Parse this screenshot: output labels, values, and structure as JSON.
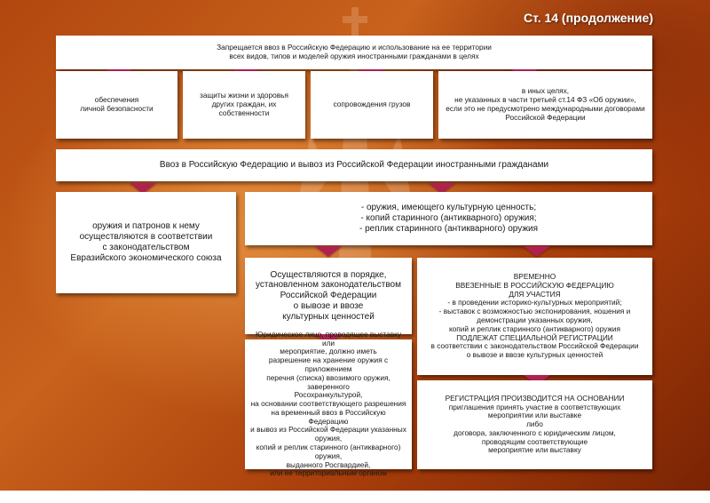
{
  "header": {
    "title": "Ст. 14 (продолжение)"
  },
  "boxes": {
    "top": "Запрещается ввоз в Российскую Федерацию и использование на ее территории\nвсех видов, типов и моделей оружия иностранными гражданами в целях",
    "purpose_1": "обеспечения\nличной безопасности",
    "purpose_2": "защиты жизни и здоровья\nдругих граждан, их собственности",
    "purpose_3": "сопровождения грузов",
    "purpose_4": "в иных целях,\nне указанных в части третьей ст.14 ФЗ «Об оружии»,\nесли это не предусмотрено международными договорами\nРоссийской Федерации",
    "import_export": "Ввоз в Российскую Федерацию и вывоз из Российской Федерации иностранными гражданами",
    "eaeu": "оружия и патронов к нему\nосуществляются в соответствии\nс законодательством\nЕвразийского экономического союза",
    "cultural": "- оружия, имеющего культурную ценность;\n- копий старинного (антикварного) оружия;\n- реплик старинного (антикварного) оружия",
    "procedure": "Осуществляются в порядке,\nустановленном законодательством\nРоссийской Федерации\nо вывозе и ввозе\nкультурных ценностей",
    "temporary": "ВРЕМЕННО\nВВЕЗЕННЫЕ В РОССИЙСКУЮ ФЕДЕРАЦИЮ\nДЛЯ УЧАСТИЯ\n- в проведении историко-культурных мероприятий;\n- выставок с возможностью экспонирования, ношения и\nдемонстрации указанных оружия,\nкопий и реплик старинного (антикварного) оружия\nПОДЛЕЖАТ СПЕЦИАЛЬНОЙ РЕГИСТРАЦИИ\nв соответствии с законодательством Российской Федерации\nо вывозе и ввозе культурных ценностей",
    "legal_entity": "Юридическое лицо, проводящее выставку или\nмероприятие, должно иметь\nразрешение на хранение оружия с приложением\nперечня (списка) ввозимого оружия, заверенного\nРосохранкультурой,\nна основании соответствующего разрешения\nна временный ввоз в Российскую Федерацию\nи вывоз из Российской Федерации указанных оружия,\nкопий и реплик старинного (антикварного) оружия,\nвыданного Росгвардией,\nили ее территориальным органом",
    "registration": "РЕГИСТРАЦИЯ ПРОИЗВОДИТСЯ НА ОСНОВАНИИ\nприглашения принять участие в соответствующих\nмероприятии или выставке\nлибо\nдоговора, заключенного с юридическим лицом,\nпроводящим соответствующие\nмероприятие или выставку"
  },
  "colors": {
    "background": "#b2470f",
    "arrow": "#b0224e",
    "box": "#ffffff"
  },
  "icons": {
    "emblem": "double-headed-eagle-emblem-icon"
  }
}
